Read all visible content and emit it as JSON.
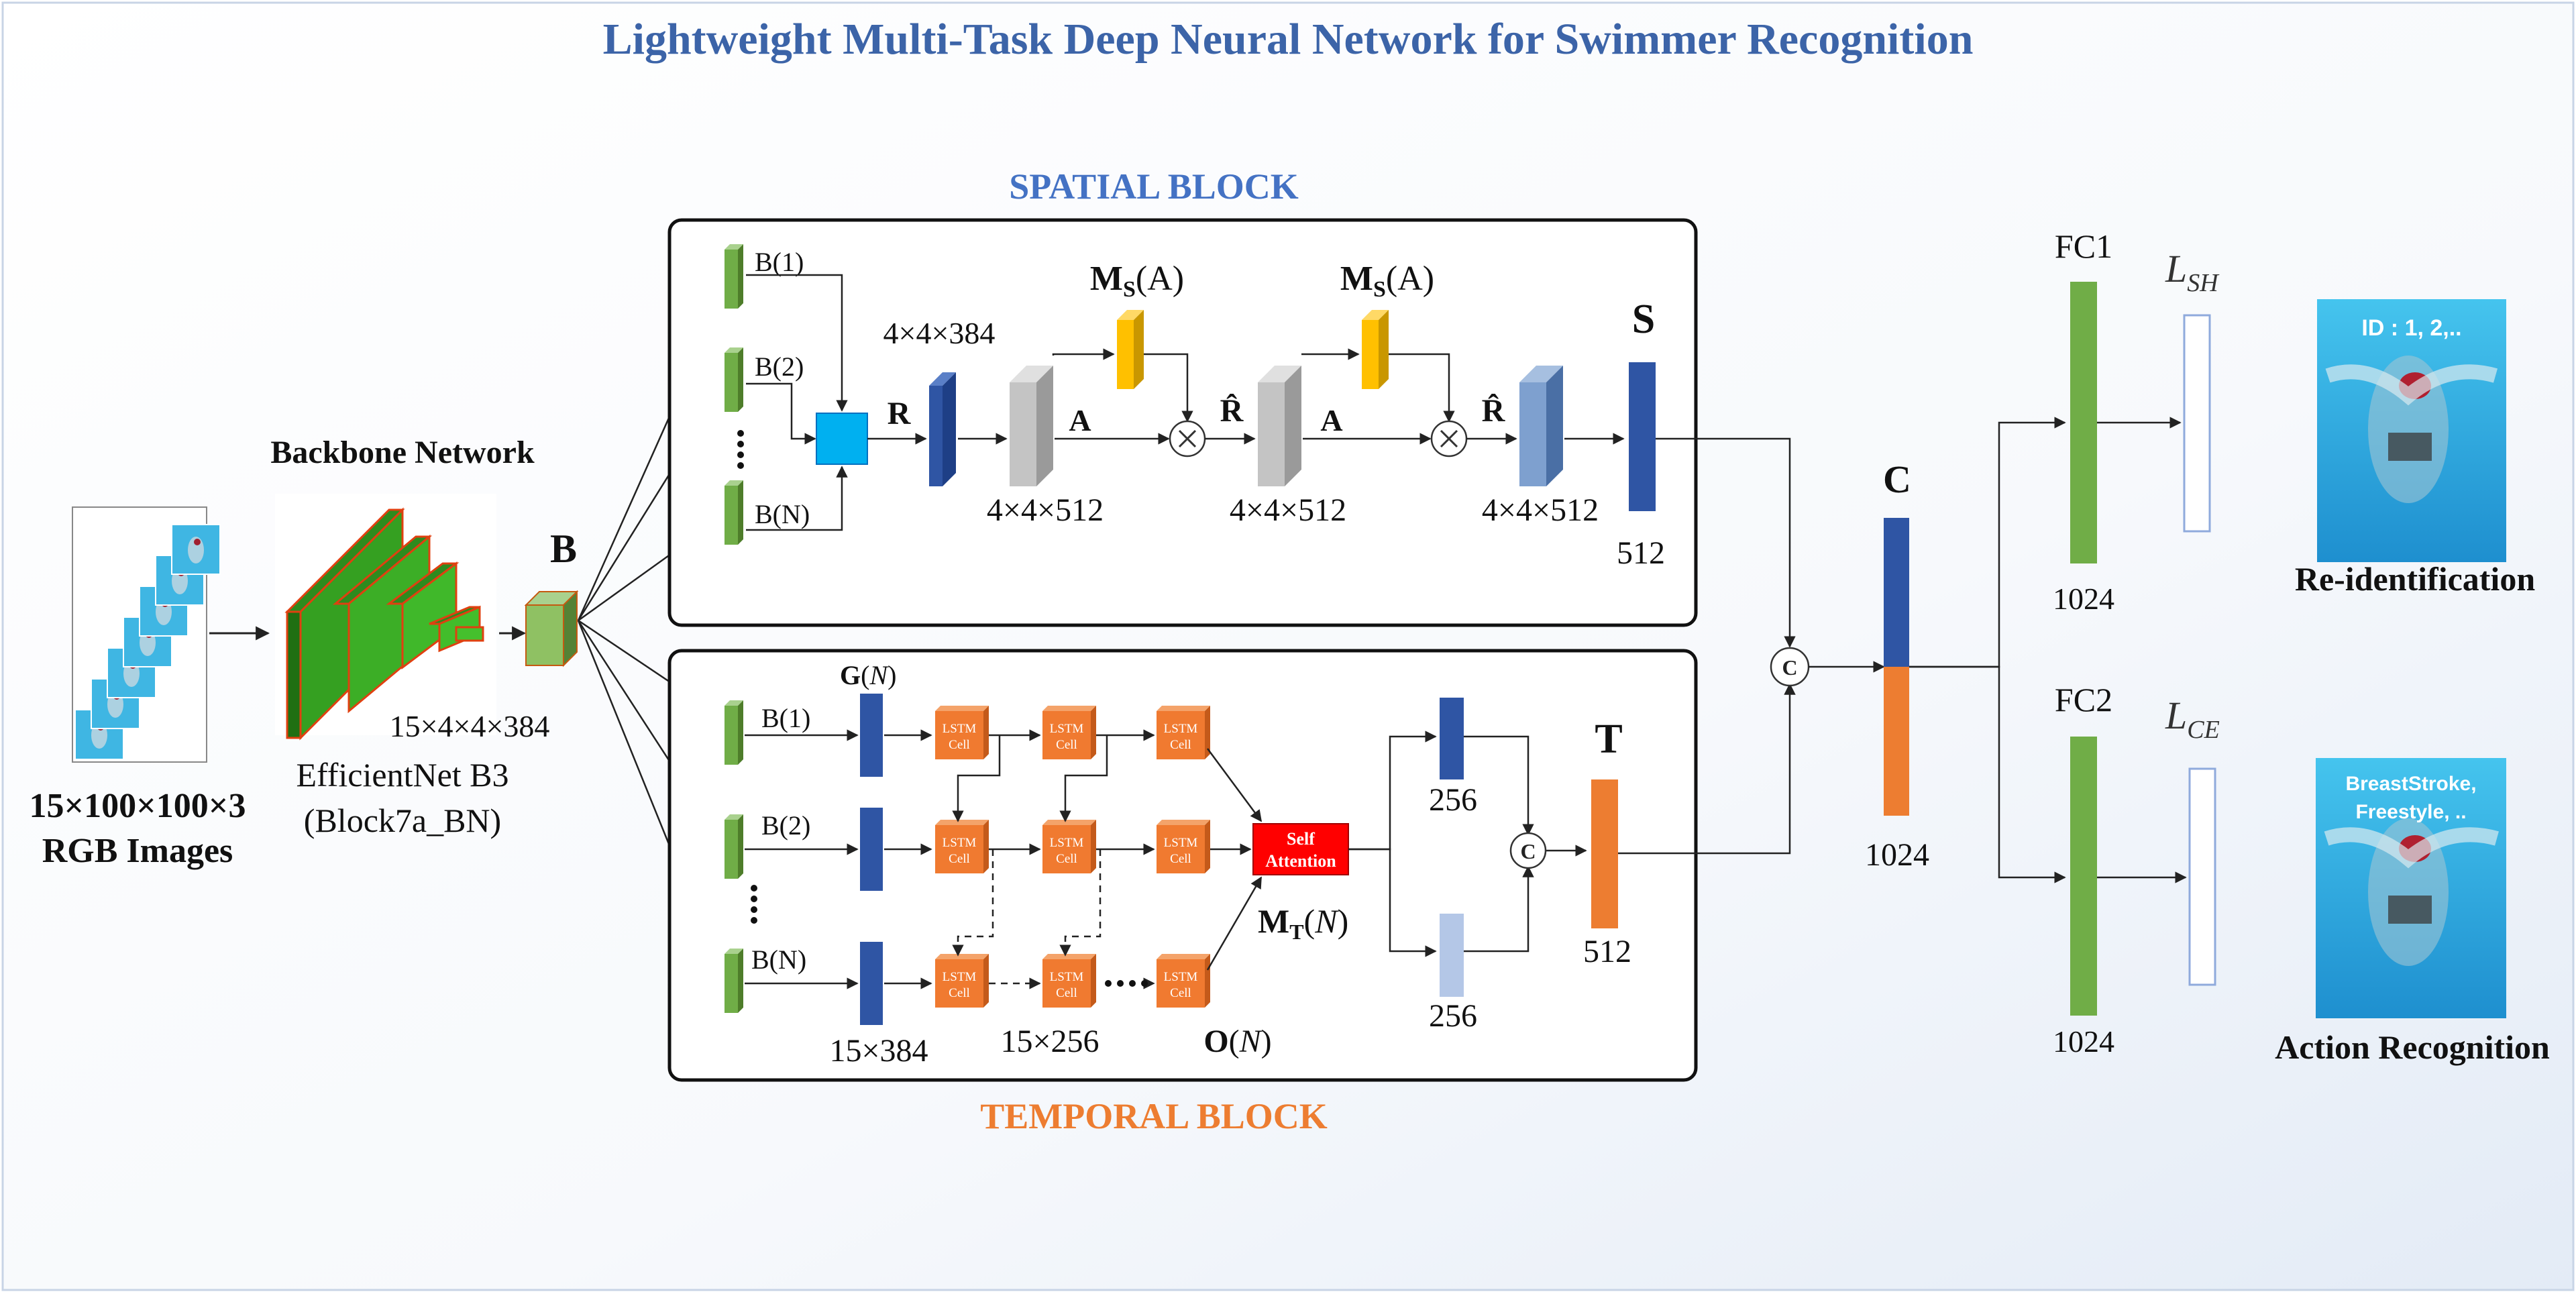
{
  "title": "Lightweight Multi-Task Deep Neural Network for Swimmer Recognition",
  "input": {
    "dims": "15×100×100×3",
    "label": "RGB Images"
  },
  "backbone": {
    "heading": "Backbone Network",
    "name": "EfficientNet B3",
    "layer": "(Block7a_BN)",
    "output_dims": "15×4×4×384",
    "output_label": "B"
  },
  "spatial": {
    "title": "SPATIAL BLOCK",
    "b_labels": [
      "B(1)",
      "B(2)",
      "B(N)"
    ],
    "r_dims": "4×4×384",
    "r_label": "R",
    "ms_label": "MS(A)",
    "a_label": "A",
    "rhat_label": "R̂",
    "a_dims": "4×4×512",
    "s_label": "S",
    "s_dims": "512"
  },
  "temporal": {
    "title": "TEMPORAL BLOCK",
    "b_labels": [
      "B(1)",
      "B(2)",
      "B(N)"
    ],
    "g_label": "G(N)",
    "lstm_line1": "LSTM",
    "lstm_line2": "Cell",
    "attn_line1": "Self",
    "attn_line2": "Attention",
    "mt_label": "MT(N)",
    "in_dims": "15×384",
    "lstm_dims": "15×256",
    "o_label": "O(N)",
    "branch_dims": "256",
    "t_label": "T",
    "t_dims": "512",
    "concat_symbol": "C"
  },
  "fusion": {
    "concat_symbol": "C",
    "c_label": "C",
    "c_dims": "1024"
  },
  "heads": {
    "fc1": "FC1",
    "fc1_dims": "1024",
    "fc2": "FC2",
    "fc2_dims": "1024",
    "loss_sh": "LSH",
    "loss_ce": "LCE",
    "reid_label": "Re-identification",
    "action_label": "Action Recognition",
    "reid_overlay": "ID : 1, 2,..",
    "action_overlay_line1": "BreastStroke,",
    "action_overlay_line2": "Freestyle, .."
  },
  "colors": {
    "title_blue": "#3c64a8",
    "spatial_title": "#4472c4",
    "temporal_title": "#ed7d31",
    "green": "#70ad47",
    "dark_green": "#3a7f1f",
    "blue": "#2f55a4",
    "orange": "#ed7d31",
    "lstm_orange": "#f07a30",
    "attention_red": "#ff0000",
    "gray": "#c0c0c0",
    "gold": "#ffc000",
    "cyan": "#00b0f0",
    "light_blue": "#b4c7e7",
    "pool_blue": "#3fb6e3"
  },
  "icons": [
    "concat-icon",
    "multiply-icon"
  ]
}
